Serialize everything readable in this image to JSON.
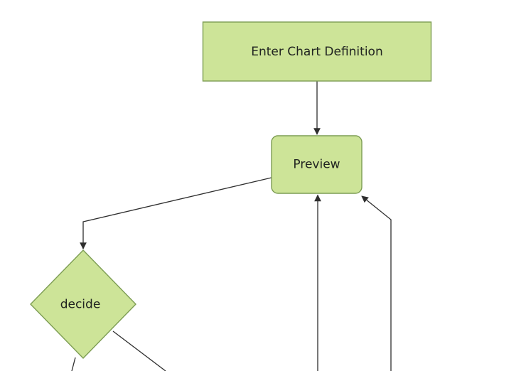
{
  "diagram": {
    "type": "flowchart",
    "background": "#ffffff",
    "node_fill": "#cde498",
    "node_border": "#7d9d54",
    "edge_color": "#2e2e2e",
    "text_color": "#212421",
    "nodes": [
      {
        "id": "enter-chart-definition",
        "label": "Enter Chart Definition",
        "shape": "rectangle"
      },
      {
        "id": "preview",
        "label": "Preview",
        "shape": "rounded-rectangle"
      },
      {
        "id": "decide",
        "label": "decide",
        "shape": "diamond"
      }
    ],
    "edges": [
      {
        "from": "enter-chart-definition",
        "to": "preview",
        "arrow": true
      },
      {
        "from": "preview",
        "to": "decide",
        "arrow": true
      },
      {
        "from": "offscreen-bottom",
        "to": "preview",
        "arrow": true
      },
      {
        "from": "offscreen-bottom-right",
        "to": "preview",
        "arrow": true
      },
      {
        "from": "decide",
        "to": "offscreen-bottom-left",
        "arrow": false
      },
      {
        "from": "decide",
        "to": "offscreen-bottom-right",
        "arrow": false
      }
    ]
  }
}
